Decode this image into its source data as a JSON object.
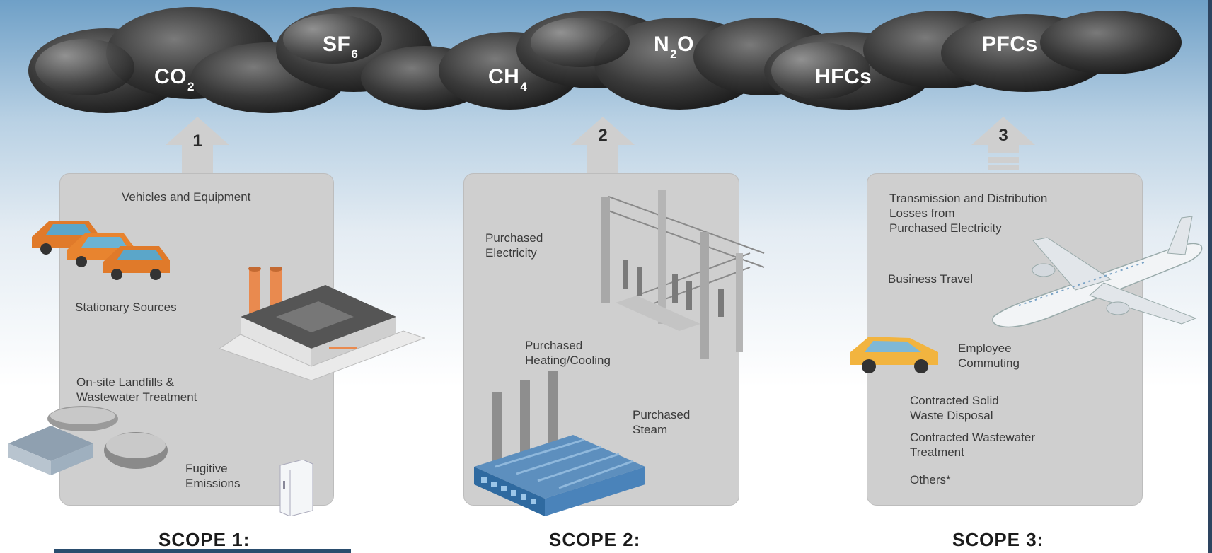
{
  "gases": [
    {
      "base": "CO",
      "sub": "2"
    },
    {
      "base": "SF",
      "sub": "6"
    },
    {
      "base": "CH",
      "sub": "4"
    },
    {
      "base": "N",
      "sub": "2",
      "tail": "O"
    },
    {
      "base": "HFCs",
      "sub": ""
    },
    {
      "base": "PFCs",
      "sub": ""
    }
  ],
  "scope1": {
    "number": "1",
    "title": "SCOPE 1:",
    "items": {
      "vehicles": "Vehicles and Equipment",
      "stationary": "Stationary Sources",
      "landfills": "On-site Landfills &\nWastewater Treatment",
      "fugitive": "Fugitive\nEmissions"
    }
  },
  "scope2": {
    "number": "2",
    "title": "SCOPE 2:",
    "items": {
      "electricity": "Purchased\nElectricity",
      "heating": "Purchased\nHeating/Cooling",
      "steam": "Purchased\nSteam"
    }
  },
  "scope3": {
    "number": "3",
    "title": "SCOPE 3:",
    "items": {
      "transmission": "Transmission and Distribution\nLosses from\nPurchased Electricity",
      "travel": "Business Travel",
      "commuting": "Employee\nCommuting",
      "solid_waste": "Contracted Solid\nWaste Disposal",
      "wastewater": "Contracted Wastewater\nTreatment",
      "others": "Others*"
    }
  },
  "colors": {
    "panel": "#cfcfcf",
    "cloud_dark": "#2b2b2b",
    "cloud_mid": "#555555",
    "arrow": "#cfcfcf",
    "scope_text": "#1a1a1a"
  },
  "icons": [
    "cars-icon",
    "building-icon",
    "tanks-icon",
    "refrigerator-icon",
    "power-substation-icon",
    "factory-icon",
    "airplane-icon",
    "car-icon"
  ]
}
